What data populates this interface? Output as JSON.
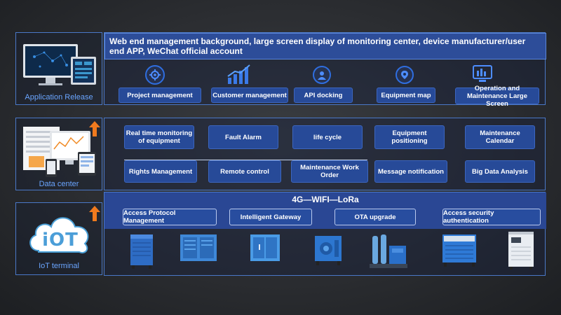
{
  "application": {
    "label": "Application Release",
    "header": "Web end management background, large screen display of monitoring center, device manufacturer/user end APP, WeChat official account",
    "items": [
      {
        "label": "Project management",
        "icon": "gear-people-icon"
      },
      {
        "label": "Customer management",
        "icon": "bar-chart-icon"
      },
      {
        "label": "API docking",
        "icon": "person-circle-icon"
      },
      {
        "label": "Equipment map",
        "icon": "map-pin-icon"
      },
      {
        "label": "Operation and Maintenance Large Screen",
        "icon": "monitor-icon"
      }
    ]
  },
  "data_center": {
    "label": "Data center",
    "row1": [
      "Real time monitoring of equipment",
      "Fault Alarm",
      "life cycle",
      "Equipment positioning",
      "Maintenance Calendar"
    ],
    "row2": [
      "Rights Management",
      "Remote control",
      "Maintenance Work Order",
      "Message notification",
      "Big Data Analysis"
    ]
  },
  "iot": {
    "label": "IoT terminal",
    "logo_text": "iOT",
    "header": "4G—WIFI—LoRa",
    "items": [
      "Access Protocol Management",
      "Intelligent Gateway",
      "OTA upgrade",
      "Access security authentication"
    ]
  },
  "colors": {
    "accent": "#2d4d99",
    "label_blue": "#6aa5ff",
    "arrow_orange": "#f07a1e"
  }
}
